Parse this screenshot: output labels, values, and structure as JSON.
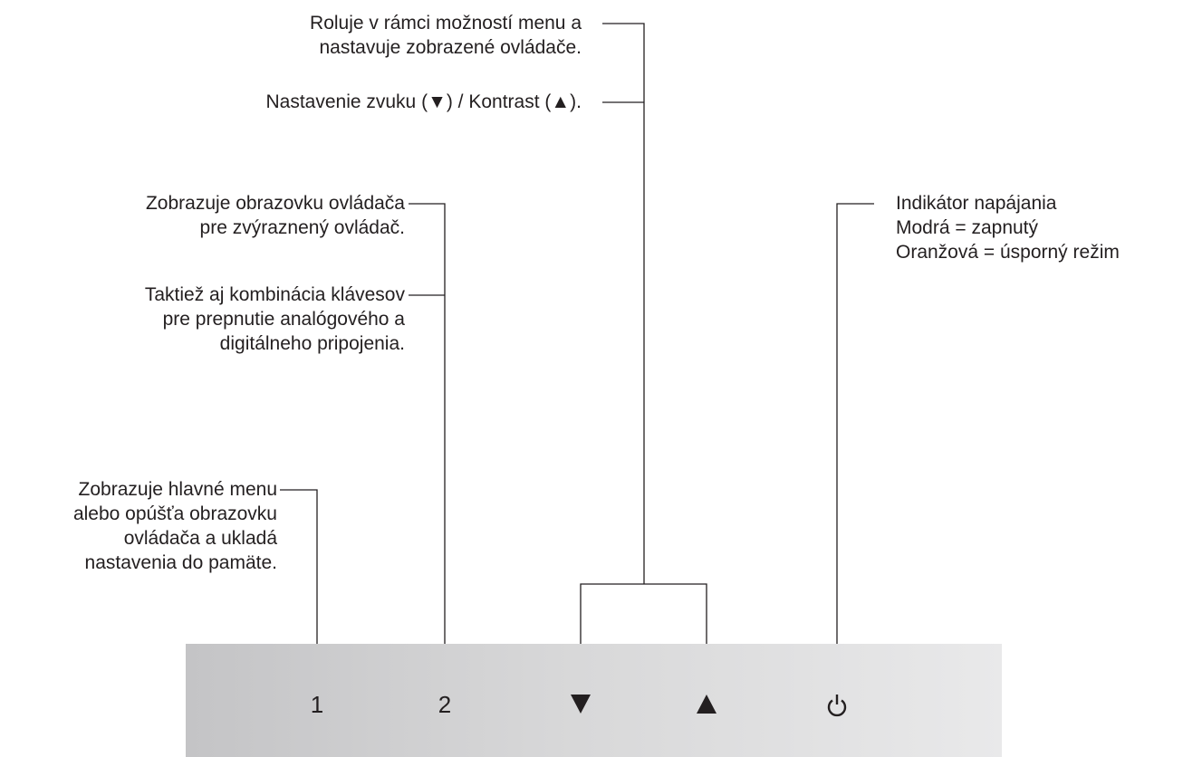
{
  "callouts": {
    "scroll": {
      "lines": [
        "Roluje v rámci možností menu a",
        "nastavuje zobrazené ovládače."
      ]
    },
    "volume": {
      "lines": [
        "Nastavenie zvuku (▼) / Kontrast (▲)."
      ]
    },
    "control_screen": {
      "lines": [
        "Zobrazuje obrazovku ovládača",
        "pre zvýraznený ovládač."
      ]
    },
    "hotkey": {
      "lines": [
        "Taktiež aj kombinácia klávesov",
        "pre prepnutie analógového a",
        "digitálneho pripojenia."
      ]
    },
    "main_menu": {
      "lines": [
        "Zobrazuje hlavné menu",
        "alebo opúšťa obrazovku",
        "ovládača a ukladá",
        "nastavenia do pamäte."
      ]
    },
    "power": {
      "lines": [
        "Indikátor napájania",
        "Modrá = zapnutý",
        "Oranžová = úsporný režim"
      ]
    }
  },
  "panel": {
    "buttons": [
      {
        "label": "1",
        "icon": "digit-1"
      },
      {
        "label": "2",
        "icon": "digit-2"
      },
      {
        "label": "▼",
        "icon": "down-triangle-icon"
      },
      {
        "label": "▲",
        "icon": "up-triangle-icon"
      },
      {
        "label": "",
        "icon": "power-icon"
      }
    ],
    "color_left": "#c4c4c6",
    "color_right": "#e9e9ea"
  },
  "colors": {
    "text": "#231f20",
    "line": "#231f20"
  }
}
